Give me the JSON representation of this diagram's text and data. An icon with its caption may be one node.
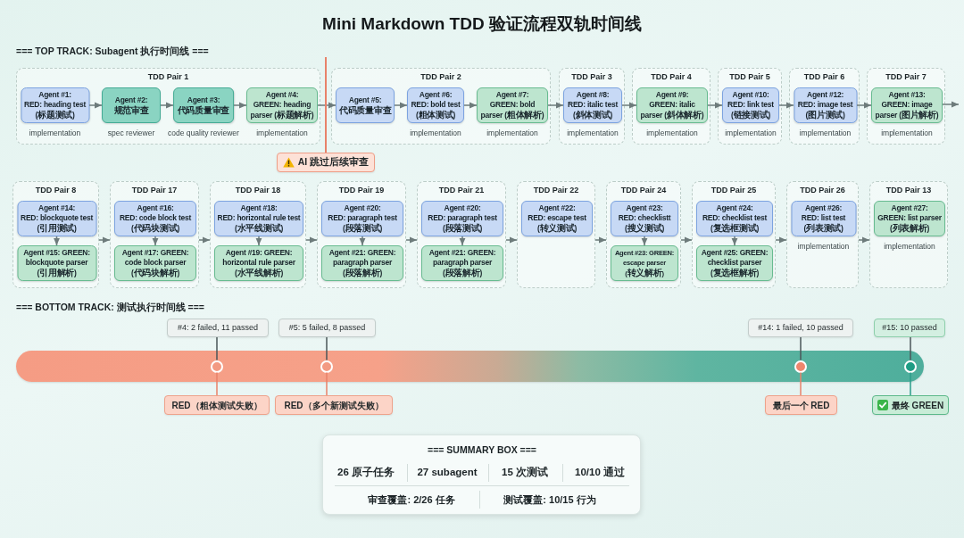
{
  "diagram": {
    "title": "Mini Markdown TDD 验证流程双轨时间线",
    "nodes": [
      {
        "text": [
          "TDD Pair 1"
        ]
      },
      {
        "text": [
          "Agent #1: RED: heading test (标题测试)"
        ],
        "beside": [
          "implementation"
        ],
        "in": 0
      },
      {
        "text": [
          "Agent #2: 规范审查"
        ],
        "beside": [
          "spec reviewer"
        ],
        "in": 0
      },
      {
        "text": [
          "Agent #3: 代码质量审查"
        ],
        "beside": [
          "code quality reviewer"
        ],
        "in": 0
      },
      {
        "text": [
          "Agent #4: GREEN: heading parser (标题解析)"
        ],
        "beside": [
          "implementation"
        ],
        "in": 0
      },
      {
        "text": [
          "TDD Pair 2"
        ]
      },
      {
        "text": [
          "Agent #5: 代码质量审查"
        ],
        "in": 5
      },
      {
        "text": [
          "Agent #6: RED: bold test (粗体测试)"
        ],
        "beside": [
          "implementation"
        ],
        "in": 5
      },
      {
        "text": [
          "Agent #7: GREEN: bold parser (粗体解析)"
        ],
        "beside": [
          "implementation"
        ],
        "in": 5
      },
      {
        "text": [
          "TDD Pair 3"
        ]
      },
      {
        "text": [
          "Agent #8: RED: italic test (斜体测试)"
        ],
        "beside": [
          "implementation"
        ],
        "in": 9
      },
      {
        "text": [
          "TDD Pair 4"
        ]
      },
      {
        "text": [
          "Agent #9: GREEN: italic parser (斜体解析)"
        ],
        "beside": [
          "implementation"
        ],
        "in": 11
      },
      {
        "text": [
          "TDD Pair 5"
        ]
      },
      {
        "text": [
          "Agent #10: RED: link test (链接测试)"
        ],
        "beside": [
          "implementation"
        ],
        "in": 13
      },
      {
        "text": [
          "TDD Pair 6"
        ]
      },
      {
        "text": [
          "Agent #12: RED: image test (图片测试)"
        ],
        "beside": [
          "implementation"
        ],
        "in": 15
      },
      {
        "text": [
          "TDD Pair 7"
        ]
      },
      {
        "text": [
          "Agent #13: GREEN: image parser (图片解析)"
        ],
        "beside": [
          "implementation"
        ],
        "in": 17
      },
      {
        "text": [
          "AI 跳过后续审查"
        ]
      },
      {
        "text": [
          "TDD Pair 8"
        ]
      },
      {
        "text": [
          "Agent #14: RED: blockquote test (引用测试)"
        ],
        "in": 20
      },
      {
        "text": [
          "Agent #15: GREEN: blockquote parser (引用解析)"
        ],
        "in": 20
      },
      {
        "text": [
          "TDD Pair 17"
        ]
      },
      {
        "text": [
          "Agent #16: RED: code block test (代码块测试)"
        ],
        "in": 23
      },
      {
        "text": [
          "Agent #17: GREEN: code block parser (代码块解析)"
        ],
        "in": 23
      },
      {
        "text": [
          "TDD Pair 18"
        ]
      },
      {
        "text": [
          "Agent #18: RED: horizontal rule test (水平线测试)"
        ],
        "in": 26
      },
      {
        "text": [
          "Agent #19: GREEN: horizontal rule parser (水平线解析)"
        ],
        "in": 26
      },
      {
        "text": [
          "TDD Pair 19"
        ]
      },
      {
        "text": [
          "Agent #20: RED: paragraph test (段落测试)"
        ],
        "in": 29
      },
      {
        "text": [
          "Agent #21: GREEN: paragraph parser (段落解析)"
        ],
        "in": 29
      },
      {
        "text": [
          "TDD Pair 21"
        ]
      },
      {
        "text": [
          "Agent #20: RED: paragraph test (段落测试)"
        ],
        "in": 32
      },
      {
        "text": [
          "Agent #21: GREEN: paragraph parser (段落解析)"
        ],
        "in": 32
      },
      {
        "text": [
          "TDD Pair 22"
        ]
      },
      {
        "text": [
          "Agent #22: RED: escape test (转义测试)"
        ],
        "in": 35
      },
      {
        "text": [
          "TDD Pair 24"
        ]
      },
      {
        "text": [
          "Agent #23: RED: checklistt (搜义测试)"
        ],
        "in": 37
      },
      {
        "text": [
          "Agent #23: GREEN: escape parser (转义解析)"
        ],
        "in": 37
      },
      {
        "text": [
          "TDD Pair 25"
        ]
      },
      {
        "text": [
          "Agent #24: RED: checklist test (复选框测试)"
        ],
        "in": 40
      },
      {
        "text": [
          "Agent #25: GREEN: checklist parser (复选框解析)"
        ],
        "in": 40
      },
      {
        "text": [
          "TDD Pair 26"
        ]
      },
      {
        "text": [
          "Agent #26: RED: list test (列表测试)"
        ],
        "beside": [
          "implementation"
        ],
        "in": 43
      },
      {
        "text": [
          "TDD Pair 13"
        ]
      },
      {
        "text": [
          "Agent #27: GREEN: list parser (列表解析)"
        ],
        "beside": [
          "implementation"
        ],
        "in": 45
      },
      {
        "text": [],
        "shape": "bar"
      },
      {
        "text": [
          "#4: 2 failed, 11 passed"
        ]
      },
      {
        "text": [],
        "shape": "circle",
        "in": 47
      },
      {
        "text": [
          "RED（粗体测试失败）"
        ]
      },
      {
        "text": [
          "#5: 5 failed, 8 passed"
        ]
      },
      {
        "text": [],
        "shape": "circle",
        "in": 47
      },
      {
        "text": [
          "RED（多个新测试失败）"
        ]
      },
      {
        "text": [
          "#14: 1 failed, 10 passed"
        ]
      },
      {
        "text": [],
        "shape": "circle",
        "in": 47
      },
      {
        "text": [
          "最后一个 RED"
        ]
      },
      {
        "text": [
          "#15: 10 passed"
        ]
      },
      {
        "text": [],
        "shape": "circle",
        "in": 47
      },
      {
        "text": [
          "最终 GREEN"
        ]
      },
      {
        "text": [
          "=== SUMMARY BOX ===",
          "26 原子任务",
          "27 subagent",
          "15 次测试",
          "10/10 通过",
          "审查覆盖: 2/26 任务",
          "测试覆盖: 10/15 行为"
        ]
      }
    ],
    "edges": [
      {
        "from": 1,
        "to": 2,
        "arrow": "to"
      },
      {
        "from": 2,
        "to": 3,
        "arrow": "to"
      },
      {
        "from": 3,
        "to": 4,
        "arrow": "to"
      },
      {
        "from": 4,
        "to": 6,
        "arrow": "to"
      },
      {
        "from": 6,
        "to": 7,
        "arrow": "to"
      },
      {
        "from": 7,
        "to": 8,
        "arrow": "to"
      },
      {
        "from": 8,
        "to": 10,
        "arrow": "to"
      },
      {
        "from": 10,
        "to": 12,
        "arrow": "to"
      },
      {
        "from": 12,
        "to": 14,
        "arrow": "to"
      },
      {
        "from": 14,
        "to": 16,
        "arrow": "to"
      },
      {
        "from": 16,
        "to": 18,
        "arrow": "to"
      },
      {
        "from": 18,
        "to": null,
        "arrow": "to"
      },
      {
        "from": 19,
        "to": null,
        "arrow": "none",
        "color": "#e8826a"
      },
      {
        "from": 21,
        "to": 22,
        "arrow": "to"
      },
      {
        "from": 20,
        "to": 23,
        "arrow": "to"
      },
      {
        "from": 24,
        "to": 25,
        "arrow": "to"
      },
      {
        "from": 23,
        "to": 26,
        "arrow": "to"
      },
      {
        "from": 27,
        "to": 28,
        "arrow": "to"
      },
      {
        "from": 26,
        "to": 29,
        "arrow": "to"
      },
      {
        "from": 30,
        "to": 31,
        "arrow": "to"
      },
      {
        "from": 29,
        "to": 32,
        "arrow": "to"
      },
      {
        "from": 33,
        "to": 34,
        "arrow": "to"
      },
      {
        "from": 32,
        "to": 35,
        "arrow": "to"
      },
      {
        "from": 35,
        "to": 37,
        "arrow": "to"
      },
      {
        "from": 38,
        "to": 39,
        "arrow": "to"
      },
      {
        "from": 37,
        "to": 40,
        "arrow": "to"
      },
      {
        "from": 41,
        "to": 42,
        "arrow": "to"
      },
      {
        "from": 40,
        "to": 43,
        "arrow": "to"
      },
      {
        "from": 43,
        "to": 45,
        "arrow": "to"
      },
      {
        "from": 48,
        "to": 49,
        "arrow": "none",
        "color": "#4a5658"
      },
      {
        "from": 49,
        "to": 50,
        "arrow": "none",
        "color": "#e8826a"
      },
      {
        "from": 51,
        "to": 52,
        "arrow": "none",
        "color": "#4a5658"
      },
      {
        "from": 52,
        "to": 53,
        "arrow": "none",
        "color": "#e8826a"
      },
      {
        "from": 54,
        "to": 55,
        "arrow": "none",
        "color": "#4a5658"
      },
      {
        "from": 55,
        "to": 56,
        "arrow": "none",
        "color": "#e8826a"
      },
      {
        "from": 57,
        "to": 58,
        "arrow": "none",
        "color": "#4a5658"
      },
      {
        "from": 58,
        "to": 59,
        "arrow": "none",
        "color": "#2a9d8a"
      }
    ],
    "labels": [
      "=== TOP TRACK: Subagent 执行时间线 ===",
      "=== BOTTOM TRACK: 测试执行时间线 ==="
    ]
  }
}
